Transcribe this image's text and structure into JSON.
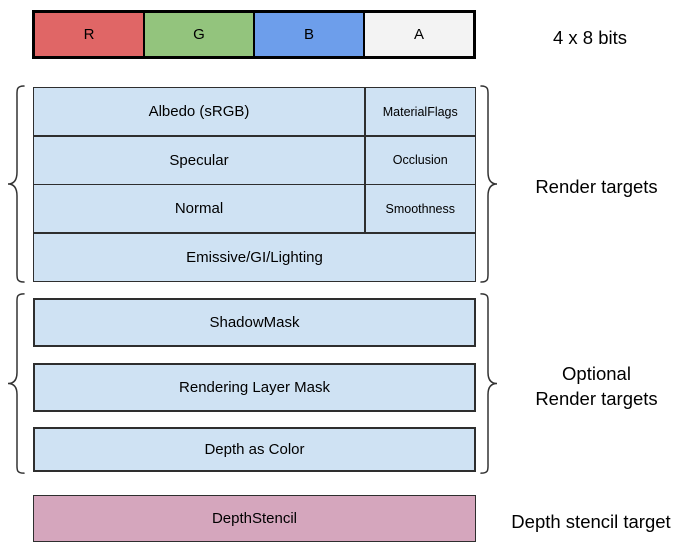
{
  "top_bar": {
    "caption": "4 x 8 bits",
    "cells": [
      {
        "label": "R",
        "color": "#e06666"
      },
      {
        "label": "G",
        "color": "#93c47d"
      },
      {
        "label": "B",
        "color": "#6d9eeb"
      },
      {
        "label": "A",
        "color": "#f3f3f3"
      }
    ]
  },
  "render_targets": {
    "label": "Render targets",
    "rows": [
      {
        "main": "Albedo (sRGB)",
        "aux": "MaterialFlags"
      },
      {
        "main": "Specular",
        "aux": "Occlusion"
      },
      {
        "main": "Normal",
        "aux": "Smoothness"
      },
      {
        "main": "Emissive/GI/Lighting"
      }
    ]
  },
  "optional_render_targets": {
    "label_line1": "Optional",
    "label_line2": "Render targets",
    "items": [
      "ShadowMask",
      "Rendering Layer Mask",
      "Depth as Color"
    ]
  },
  "depth_stencil": {
    "box_label": "DepthStencil",
    "label": "Depth stencil target"
  },
  "colors": {
    "channel_red": "#e06666",
    "channel_green": "#93c47d",
    "channel_blue": "#6d9eeb",
    "channel_alpha": "#f3f3f3",
    "buffer_fill": "#cfe2f3",
    "depth_stencil_fill": "#d5a6bd",
    "border": "#2e2e2e"
  }
}
